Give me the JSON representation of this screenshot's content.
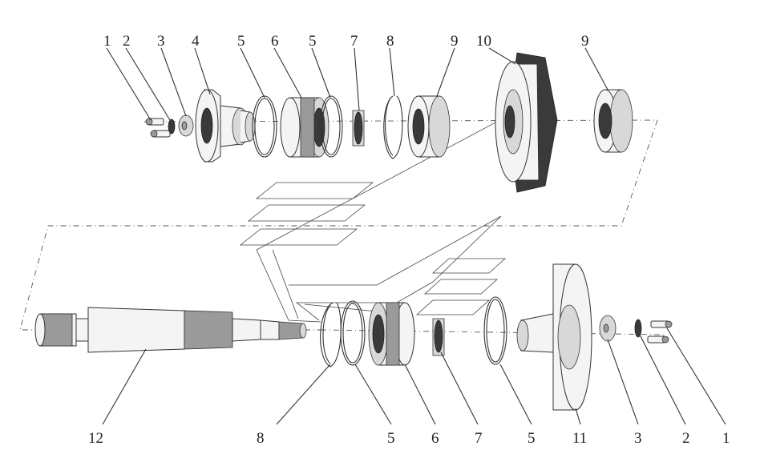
{
  "callouts_top": [
    "1",
    "2",
    "3",
    "4",
    "5",
    "6",
    "5",
    "7",
    "8",
    "9",
    "10",
    "9"
  ],
  "callouts_bottom": [
    "12",
    "8",
    "5",
    "6",
    "7",
    "5",
    "11",
    "3",
    "2",
    "1"
  ]
}
